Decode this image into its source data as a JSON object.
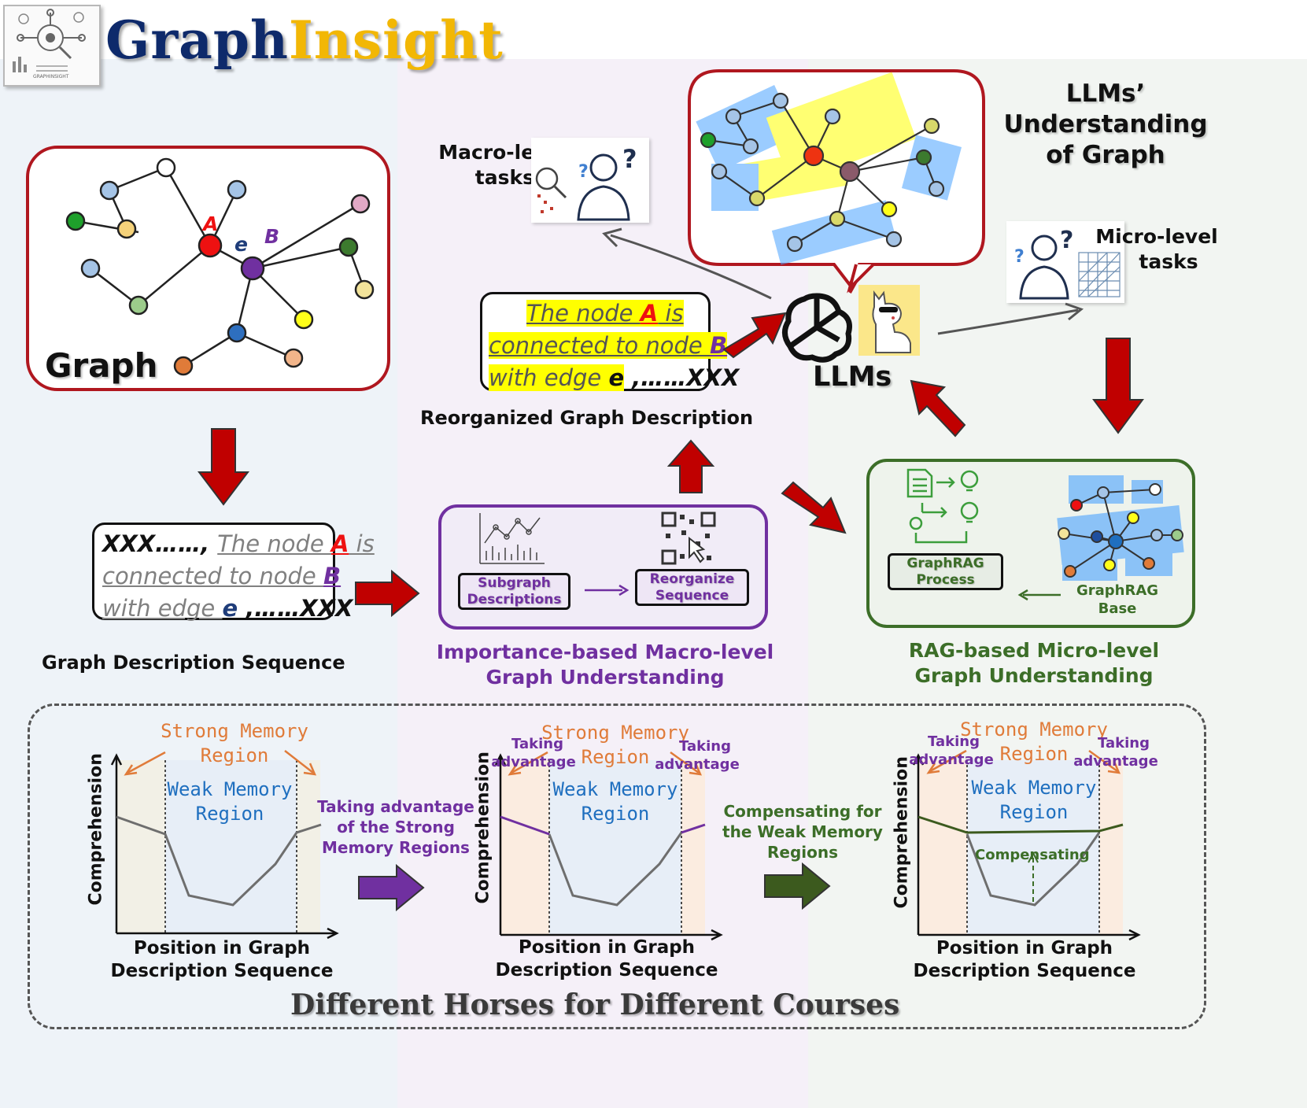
{
  "title": {
    "part1": "Graph",
    "part2": "Insight"
  },
  "logo": {
    "caption": "GRAPHINSIGHT"
  },
  "graph_panel": {
    "label": "Graph",
    "node_a": "A",
    "node_b": "B",
    "edge": "e"
  },
  "sequence_box": {
    "line1_prefix": "XXX……, ",
    "line1_text": "The node ",
    "line1_node": "A",
    "line1_suffix": " is",
    "line2_text": "connected to node ",
    "line2_node": "B",
    "line3_text": "with edge ",
    "line3_edge": "e",
    "line3_suffix": " ,……XXX",
    "caption": "Graph Description Sequence"
  },
  "reorganized_box": {
    "line1_text": "The node ",
    "line1_node": "A",
    "line1_suffix": " is",
    "line2_text": "connected to node ",
    "line2_node": "B",
    "line3_text": "with edge ",
    "line3_edge": "e",
    "line3_suffix": " ,……XXX",
    "caption": "Reorganized Graph Description"
  },
  "macro_tasks": {
    "label_line1": "Macro-level",
    "label_line2": "tasks"
  },
  "micro_tasks": {
    "label_line1": "Micro-level",
    "label_line2": "tasks"
  },
  "llms": {
    "label": "LLMs"
  },
  "understanding": {
    "line1": "LLMs’",
    "line2": "Understanding",
    "line3": "of Graph"
  },
  "macro_module": {
    "step1_line1": "Subgraph",
    "step1_line2": "Descriptions",
    "step2_line1": "Reorganize",
    "step2_line2": "Sequence",
    "caption_line1": "Importance-based Macro-level",
    "caption_line2": "Graph Understanding"
  },
  "micro_module": {
    "process_line1": "GraphRAG",
    "process_line2": "Process",
    "base_line1": "GraphRAG",
    "base_line2": "Base",
    "caption_line1": "RAG-based Micro-level",
    "caption_line2": "Graph Understanding"
  },
  "bottom": {
    "strong_line1": "Strong Memory",
    "strong_line2": "Region",
    "weak_line1": "Weak Memory",
    "weak_line2": "Region",
    "taking_line1": "Taking",
    "taking_line2": "advantage",
    "y_axis": "Comprehension",
    "x_axis_line1": "Position in Graph",
    "x_axis_line2": "Description Sequence",
    "arrow1_line1": "Taking advantage",
    "arrow1_line2": "of the Strong",
    "arrow1_line3": "Memory Regions",
    "arrow2_line1": "Compensating for",
    "arrow2_line2": "the Weak Memory",
    "arrow2_line3": "Regions",
    "compensating": "Compensating",
    "banner": "Different Horses for Different Courses"
  },
  "colors": {
    "title_navy": "#0e2a6b",
    "title_gold": "#f2b705",
    "dark_red": "#b0171f",
    "arrow_red": "#c00000",
    "purple": "#7030a0",
    "green": "#3c6e28",
    "orange": "#e07b39",
    "blue_text": "#1f6fbf",
    "highlight": "#ffff00"
  }
}
